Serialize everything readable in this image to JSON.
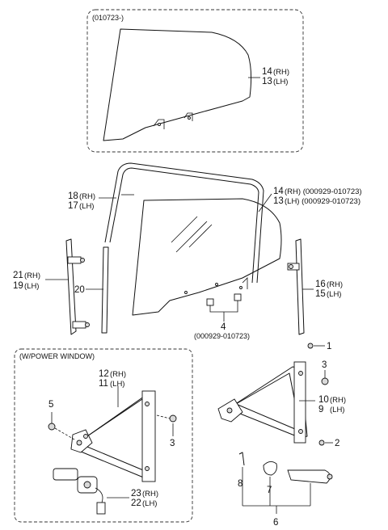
{
  "boxes": {
    "top_caption": "(010723-)",
    "power_caption": "(W/POWER WINDOW)"
  },
  "labels": {
    "p14a": "14",
    "p14a_s": "(RH)",
    "p13a": "13",
    "p13a_s": "(LH)",
    "p18": "18",
    "p18_s": "(RH)",
    "p17": "17",
    "p17_s": "(LH)",
    "p14b": "14",
    "p14b_s": "(RH) (000929-010723)",
    "p13b": "13",
    "p13b_s": "(LH) (000929-010723)",
    "p21": "21",
    "p21_s": "(RH)",
    "p19": "19",
    "p19_s": "(LH)",
    "p20": "20",
    "p16": "16",
    "p16_s": "(RH)",
    "p15": "15",
    "p15_s": "(LH)",
    "p4": "4",
    "p4_note": "(000929-010723)",
    "p1": "1",
    "p12": "12",
    "p12_s": "(RH)",
    "p11": "11",
    "p11_s": "(LH)",
    "p5": "5",
    "p3a": "3",
    "p3b": "3",
    "p10": "10",
    "p10_s": "(RH)",
    "p9": "9",
    "p9_s": "(LH)",
    "p2": "2",
    "p23": "23",
    "p23_s": "(RH)",
    "p22": "22",
    "p22_s": "(LH)",
    "p8": "8",
    "p7": "7",
    "p6": "6"
  },
  "icons": [
    "door-glass-icon",
    "glass-run-channel-icon",
    "sash-channel-icon",
    "bolt-icon",
    "nut-icon",
    "window-regulator-icon",
    "window-motor-icon",
    "handle-icon"
  ]
}
